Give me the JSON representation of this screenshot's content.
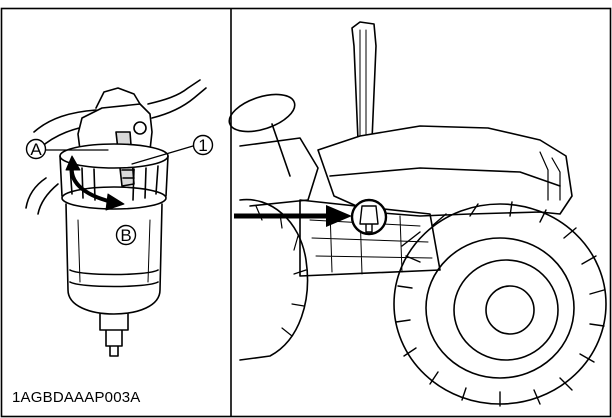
{
  "figure_code": "1AGBDAAAP003A",
  "callouts": {
    "a": "A",
    "b": "B",
    "one": "1"
  },
  "colors": {
    "line": "#000000",
    "background": "#ffffff",
    "shade": "#d9d9d9"
  },
  "icons": {
    "left_panel": "fuel-filter-valve-illustration",
    "right_panel": "tractor-illustration",
    "rotation": "curved-double-arrow",
    "pointer": "right-arrow"
  }
}
